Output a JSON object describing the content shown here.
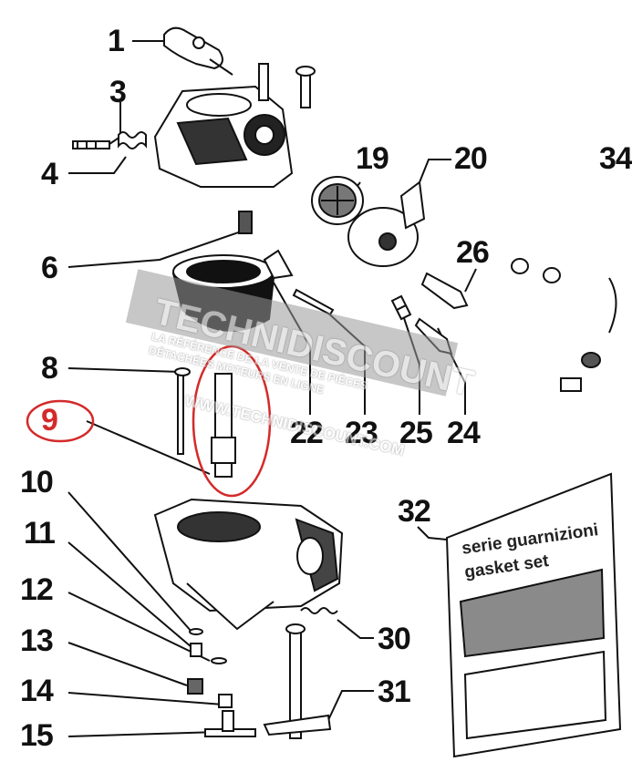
{
  "callouts": {
    "n1": "1",
    "n3": "3",
    "n4": "4",
    "n6": "6",
    "n8": "8",
    "n9": "9",
    "n10": "10",
    "n11": "11",
    "n12": "12",
    "n13": "13",
    "n14": "14",
    "n15": "15",
    "n19": "19",
    "n20": "20",
    "n22": "22",
    "n23": "23",
    "n24": "24",
    "n25": "25",
    "n26": "26",
    "n30": "30",
    "n31": "31",
    "n32": "32",
    "n34": "34"
  },
  "highlight": {
    "part": "9",
    "color": "#d42a2a"
  },
  "gasket_set": {
    "line1": "serie guarnizioni",
    "line2": "gasket set"
  },
  "watermark": {
    "brand": "TECHNIDISCOUNT",
    "tagline1": "LA RÉFÉRENCE DE LA VENTE DE PIÈCES",
    "tagline2": "DÉTACHÉES MOTEURS EN LIGNE",
    "url": "WWW.TECHNIDISCOUNT.COM"
  }
}
